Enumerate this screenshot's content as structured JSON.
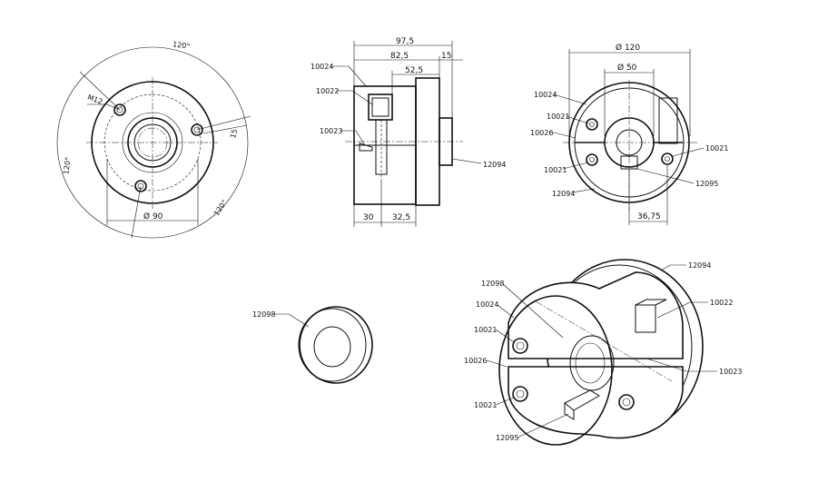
{
  "front_view": {
    "angle_top": "120°",
    "angle_left": "120°",
    "angle_right": "120°",
    "thread": "M12",
    "dim_15": "15",
    "dia_90": "Ø 90"
  },
  "side_view": {
    "dim_97_5": "97,5",
    "dim_82_5": "82,5",
    "dim_52_5": "52,5",
    "dim_15": "15",
    "dim_30": "30",
    "dim_32_5": "32,5",
    "part_10024": "10024",
    "part_10022": "10022",
    "part_10023": "10023",
    "part_12094": "12094"
  },
  "end_view": {
    "dia_120": "Ø 120",
    "dia_50": "Ø 50",
    "dim_36_75": "36,75",
    "part_10024": "10024",
    "part_10021_a": "10021",
    "part_10026": "10026",
    "part_10021_b": "10021",
    "part_12094": "12094",
    "part_10021_c": "10021",
    "part_12095": "12095"
  },
  "washer_view": {
    "part_12098": "12098"
  },
  "iso_view": {
    "part_12094": "12094",
    "part_12098": "12098",
    "part_10024": "10024",
    "part_10022": "10022",
    "part_10021_a": "10021",
    "part_10026": "10026",
    "part_10023": "10023",
    "part_10021_b": "10021",
    "part_12095": "12095"
  }
}
